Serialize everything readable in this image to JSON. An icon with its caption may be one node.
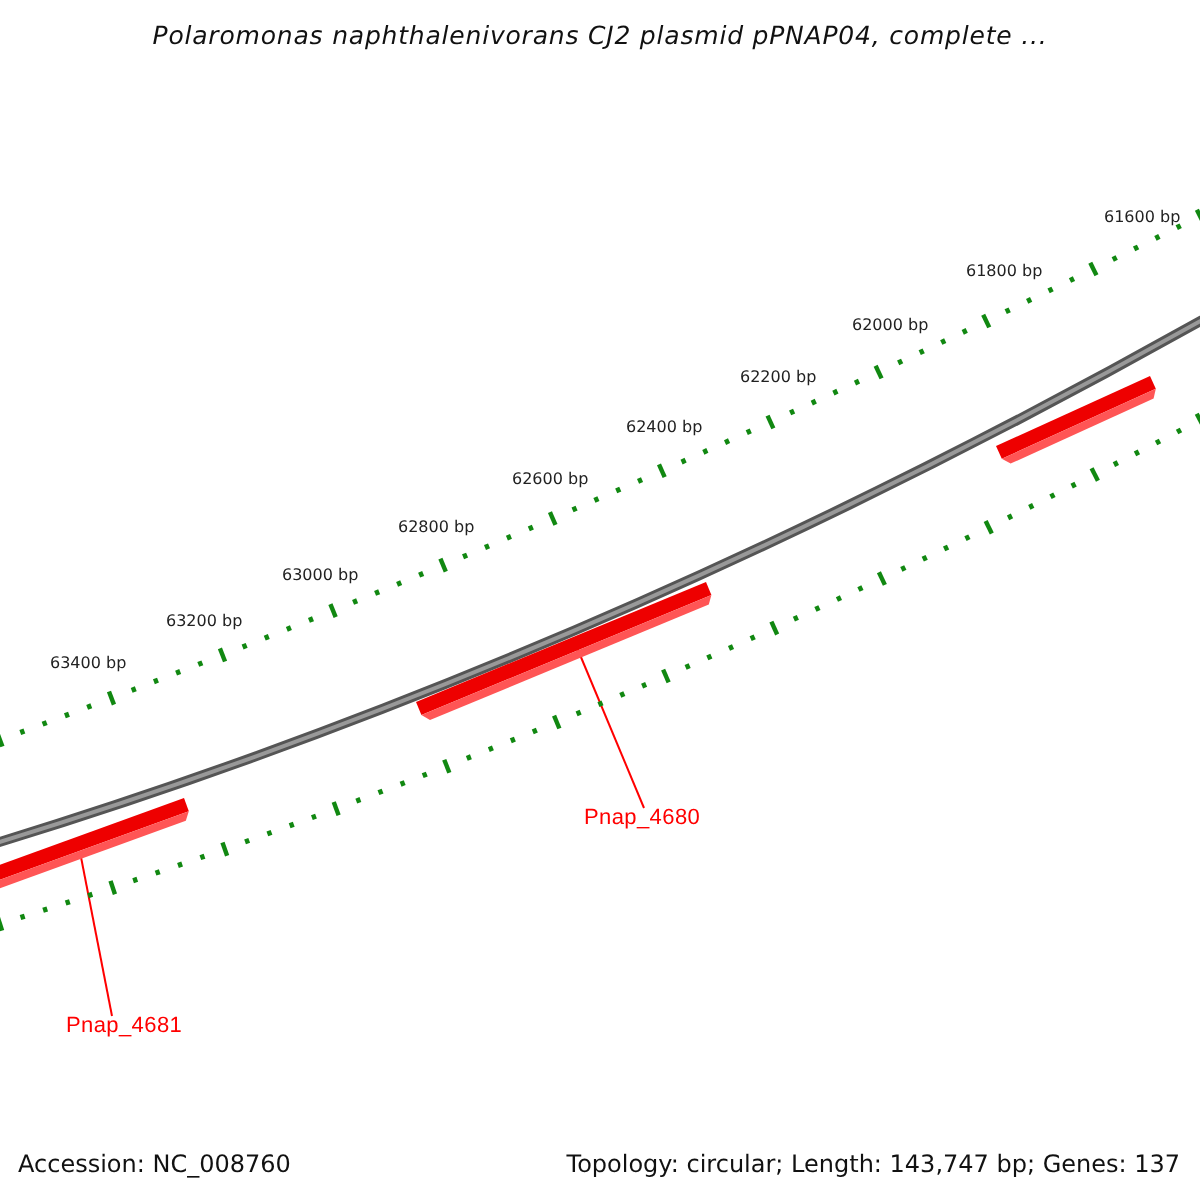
{
  "diagram": {
    "title": "Polaromonas naphthalenivorans CJ2 plasmid pPNAP04, complete ...",
    "nodes": [
      {
        "text": [],
        "shape": "bar"
      },
      {
        "text": [],
        "shape": "bar"
      },
      {
        "text": [],
        "shape": "bar"
      },
      {
        "text": [
          "Pnap_4680"
        ]
      },
      {
        "text": [
          "Pnap_4681"
        ]
      }
    ],
    "edges": [
      {
        "from": 3,
        "to": 1,
        "arrow": "none"
      },
      {
        "from": 4,
        "to": 0,
        "arrow": "none"
      }
    ],
    "labels": [
      "61600 bp",
      "61800 bp",
      "62000 bp",
      "62200 bp",
      "62400 bp",
      "62600 bp",
      "62800 bp",
      "63000 bp",
      "63200 bp",
      "63400 bp",
      "Accession: NC_008760",
      "Topology: circular; Length: 143,747 bp; Genes: 137"
    ]
  }
}
